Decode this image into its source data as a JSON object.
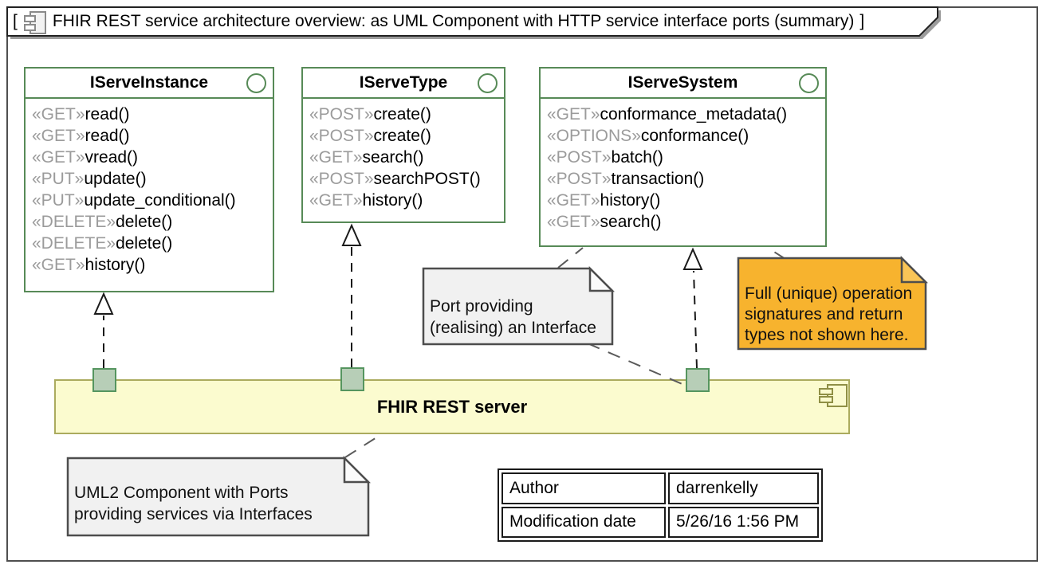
{
  "frame_title": {
    "bracket_open": "[",
    "text": "FHIR REST service architecture overview: as UML Component with HTTP service interface ports (summary)",
    "bracket_close": "]"
  },
  "interfaces": [
    {
      "name": "IServeInstance",
      "methods": [
        {
          "stereo": "«GET»",
          "name": "read()"
        },
        {
          "stereo": "«GET»",
          "name": "read()"
        },
        {
          "stereo": "«GET»",
          "name": "vread()"
        },
        {
          "stereo": "«PUT»",
          "name": "update()"
        },
        {
          "stereo": "«PUT»",
          "name": "update_conditional()"
        },
        {
          "stereo": "«DELETE»",
          "name": "delete()"
        },
        {
          "stereo": "«DELETE»",
          "name": "delete()"
        },
        {
          "stereo": "«GET»",
          "name": "history()"
        }
      ]
    },
    {
      "name": "IServeType",
      "methods": [
        {
          "stereo": "«POST»",
          "name": "create()"
        },
        {
          "stereo": "«POST»",
          "name": "create()"
        },
        {
          "stereo": "«GET»",
          "name": "search()"
        },
        {
          "stereo": "«POST»",
          "name": "searchPOST()"
        },
        {
          "stereo": "«GET»",
          "name": "history()"
        }
      ]
    },
    {
      "name": "IServeSystem",
      "methods": [
        {
          "stereo": "«GET»",
          "name": "conformance_metadata()"
        },
        {
          "stereo": "«OPTIONS»",
          "name": "conformance()"
        },
        {
          "stereo": "«POST»",
          "name": "batch()"
        },
        {
          "stereo": "«POST»",
          "name": "transaction()"
        },
        {
          "stereo": "«GET»",
          "name": "history()"
        },
        {
          "stereo": "«GET»",
          "name": "search()"
        }
      ]
    }
  ],
  "component": {
    "label": "FHIR REST server"
  },
  "notes": {
    "port_note": "Port providing\n(realising) an Interface",
    "signature_note": "Full (unique) operation\nsignatures and return\ntypes not shown here.",
    "component_note": "UML2 Component with Ports\nproviding services via Interfaces"
  },
  "info_table": {
    "rows": [
      {
        "label": "Author",
        "value": "darrenkelly"
      },
      {
        "label": "Modification date",
        "value": "5/26/16 1:56 PM"
      }
    ]
  },
  "colors": {
    "interface_border": "#578a57",
    "stereotype_text": "#9b9b9b",
    "component_fill": "#FBFBCF",
    "component_border": "#ABAB5E",
    "port_fill": "#B7CEB7",
    "port_border": "#55955F",
    "note_gray_fill": "#F1F1F1",
    "note_orange_fill": "#F7B32E",
    "note_border": "#4D4D4D",
    "frame_border": "#4F4F4F"
  }
}
